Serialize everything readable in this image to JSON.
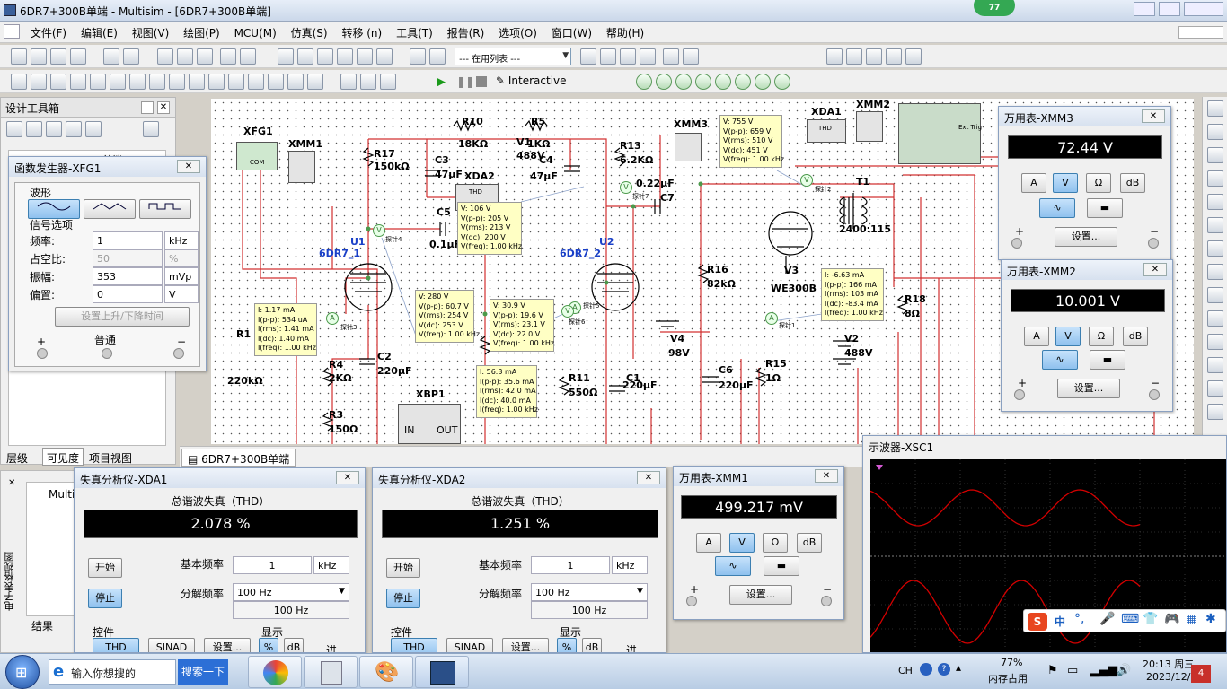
{
  "window": {
    "title": "6DR7+300B单端 - Multisim - [6DR7+300B单端]",
    "badge": "77"
  },
  "menu": [
    "文件(F)",
    "编辑(E)",
    "视图(V)",
    "绘图(P)",
    "MCU(M)",
    "仿真(S)",
    "转移 (n)",
    "工具(T)",
    "报告(R)",
    "选项(O)",
    "窗口(W)",
    "帮助(H)"
  ],
  "toolbar": {
    "list_combo": "--- 在用列表 ---",
    "interactive_label": "Interactive"
  },
  "toolbox": {
    "title": "设计工具箱",
    "tabs": [
      "层级",
      "可见度",
      "项目视图"
    ],
    "sheet": "6DR7+300B单端"
  },
  "doc_tab": "6DR7+300B单端",
  "lower_left": {
    "item": "Multi",
    "side": "电子表格视图",
    "tab": "结果"
  },
  "fg": {
    "title": "函数发生器-XFG1",
    "wave_label": "波形",
    "options_label": "信号选项",
    "rows": [
      {
        "label": "频率:",
        "value": "1",
        "unit": "kHz"
      },
      {
        "label": "占空比:",
        "value": "50",
        "unit": "%"
      },
      {
        "label": "振幅:",
        "value": "353",
        "unit": "mVp"
      },
      {
        "label": "偏置:",
        "value": "0",
        "unit": "V"
      }
    ],
    "rise_fall": "设置上升/下降时间",
    "common": "普通",
    "plus": "+",
    "minus": "−"
  },
  "components": {
    "XFG1": "XFG1",
    "XMM1": "XMM1",
    "R17": "R17",
    "R17v": "150kΩ",
    "C3": "C3",
    "C3v": "47μF",
    "R10": "R10",
    "R10v": "18KΩ",
    "R5": "R5",
    "R5v": "1KΩ",
    "V1": "V1",
    "V1v": "488V",
    "C4": "C4",
    "C4v": "47μF",
    "XDA2": "XDA2",
    "R13": "R13",
    "R13v": "6.2KΩ",
    "XMM3": "XMM3",
    "C7": "C7",
    "C7v": "0.22μF",
    "C5": "C5",
    "C5v": "0.1μF",
    "U1": "U1",
    "U1t": "6DR7_1",
    "U2": "U2",
    "U2t": "6DR7_2",
    "R1": "R1",
    "R1v": "220kΩ",
    "R4": "R4",
    "R4v": "2KΩ",
    "C2": "C2",
    "C2v": "220μF",
    "R3": "R3",
    "R3v": "150Ω",
    "XBP1": "XBP1",
    "in": "IN",
    "out": "OUT",
    "R11": "R11",
    "R11v": "550Ω",
    "C1": "C1",
    "C1v": "220μF",
    "R16": "R16",
    "R16v": "82kΩ",
    "V4": "V4",
    "V4v": "98V",
    "C6": "C6",
    "C6v": "220μF",
    "R15": "R15",
    "R15v": "1Ω",
    "V3": "V3",
    "V3t": "WE300B",
    "T1": "T1",
    "T1v": "2400:115",
    "XDA1": "XDA1",
    "XMM2": "XMM2",
    "R18": "R18",
    "R18v": "8Ω",
    "V2": "V2",
    "V2v": "488V",
    "thd": "THD",
    "com": "COM",
    "ext": "Ext Trig",
    "probes": [
      "探针3",
      "探针4",
      "探针5",
      "探针6",
      "探针7",
      "探针2",
      "探针1"
    ]
  },
  "tips": [
    "V: 755 V\nV(p-p): 659 V\nV(rms): 510 V\nV(dc): 451 V\nV(freq): 1.00 kHz",
    "V: 106 V\nV(p-p): 205 V\nV(rms): 213 V\nV(dc): 200 V\nV(freq): 1.00 kHz",
    "I: 1.17 mA\nI(p-p): 534 uA\nI(rms): 1.41 mA\nI(dc): 1.40 mA\nI(freq): 1.00 kHz",
    "V: 280 V\nV(p-p): 60.7 V\nV(rms): 254 V\nV(dc): 253 V\nV(freq): 1.00 kHz",
    "V: 30.9 V\nV(p-p): 19.6 V\nV(rms): 23.1 V\nV(dc): 22.0 V\nV(freq): 1.00 kHz",
    "I: 56.3 mA\nI(p-p): 35.6 mA\nI(rms): 42.0 mA\nI(dc): 40.0 mA\nI(freq): 1.00 kHz",
    "I: -6.63 mA\nI(p-p): 166 mA\nI(rms): 103 mA\nI(dc): -83.4 mA\nI(freq): 1.00 kHz"
  ],
  "xmm3": {
    "title": "万用表-XMM3",
    "reading": "72.44 V"
  },
  "xmm2": {
    "title": "万用表-XMM2",
    "reading": "10.001 V"
  },
  "xmm1": {
    "title": "万用表-XMM1",
    "reading": "499.217 mV"
  },
  "mm_buttons": {
    "a": "A",
    "v": "V",
    "ohm": "Ω",
    "db": "dB",
    "settings": "设置...",
    "plus": "+",
    "minus": "−"
  },
  "xda1": {
    "title": "失真分析仪-XDA1",
    "thd_label": "总谐波失真（THD）",
    "reading": "2.078 %"
  },
  "xda2": {
    "title": "失真分析仪-XDA2",
    "thd_label": "总谐波失真（THD）",
    "reading": "1.251 %"
  },
  "xda_common": {
    "start": "开始",
    "stop": "停止",
    "fund": "基本频率",
    "fund_val": "1",
    "fund_unit": "kHz",
    "res": "分解频率",
    "res_val": "100 Hz",
    "res_val2": "100 Hz",
    "controls": "控件",
    "display": "显示",
    "thd": "THD",
    "sinad": "SINAD",
    "settings": "设置...",
    "pct": "%",
    "db": "dB",
    "in": "进"
  },
  "scope": {
    "title": "示波器-XSC1"
  },
  "taskbar": {
    "search_placeholder": "输入你想搜的",
    "search_btn": "搜索一下",
    "mem_pct": "77%",
    "mem_label": "内存占用",
    "time": "20:13 周三",
    "date": "2023/12/6",
    "ch": "CH",
    "notif": "4",
    "ime": "中"
  }
}
